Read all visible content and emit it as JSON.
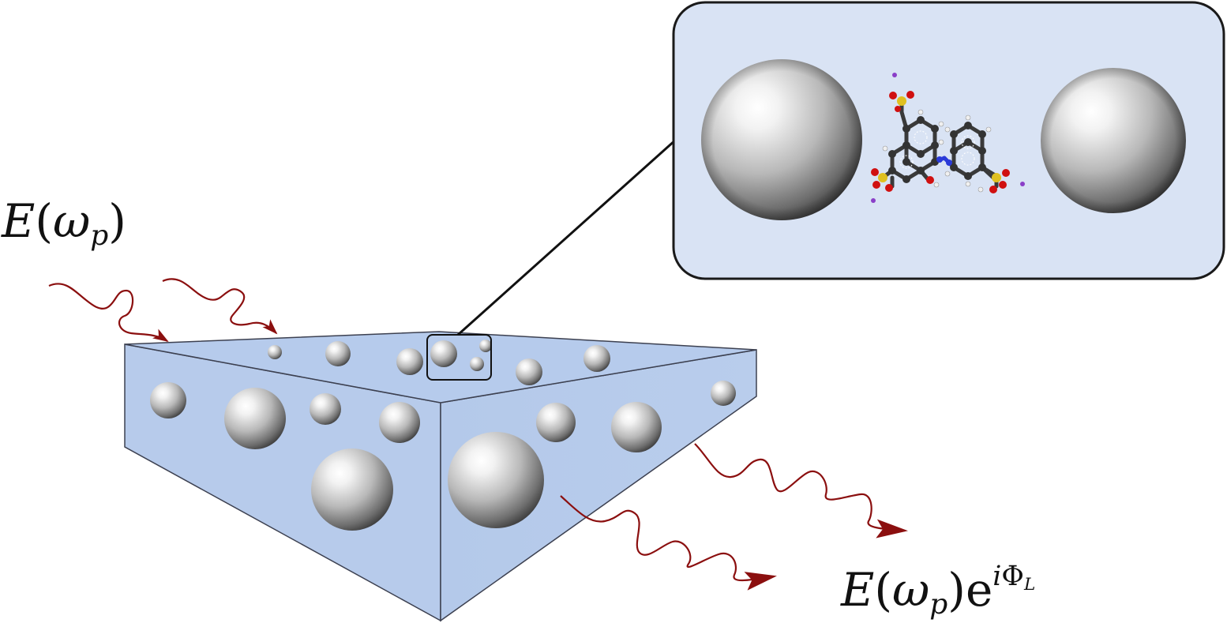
{
  "labels": {
    "input_field": {
      "E": "E",
      "open": "(",
      "omega": "ω",
      "sub": "p",
      "close": ")"
    },
    "output_field": {
      "E": "E",
      "open": "(",
      "omega": "ω",
      "sub": "p",
      "close": ")",
      "e": "e",
      "exp_i": "i",
      "exp_phi": "Φ",
      "exp_sub": "L"
    }
  },
  "colors": {
    "slab_face": "#b7cbeb",
    "slab_edge": "#3c4050",
    "inset_fill": "#d9e3f4",
    "inset_border": "#1a1a1a",
    "wave": "#8b0f0f",
    "sphere_light": "#f8f8f8",
    "sphere_dark": "#4a4a4a",
    "atom_carbon": "#333333",
    "atom_oxygen": "#d01010",
    "atom_sulfur": "#e0c020",
    "atom_nitrogen": "#2a3ad8",
    "atom_hydrogen": "#f0f0f0",
    "atom_sodium": "#8a3fc8"
  },
  "icons": {
    "nanoparticle": "silver-sphere-icon",
    "molecule": "azo-dye-molecule-icon",
    "wave": "wavy-arrow-icon"
  }
}
